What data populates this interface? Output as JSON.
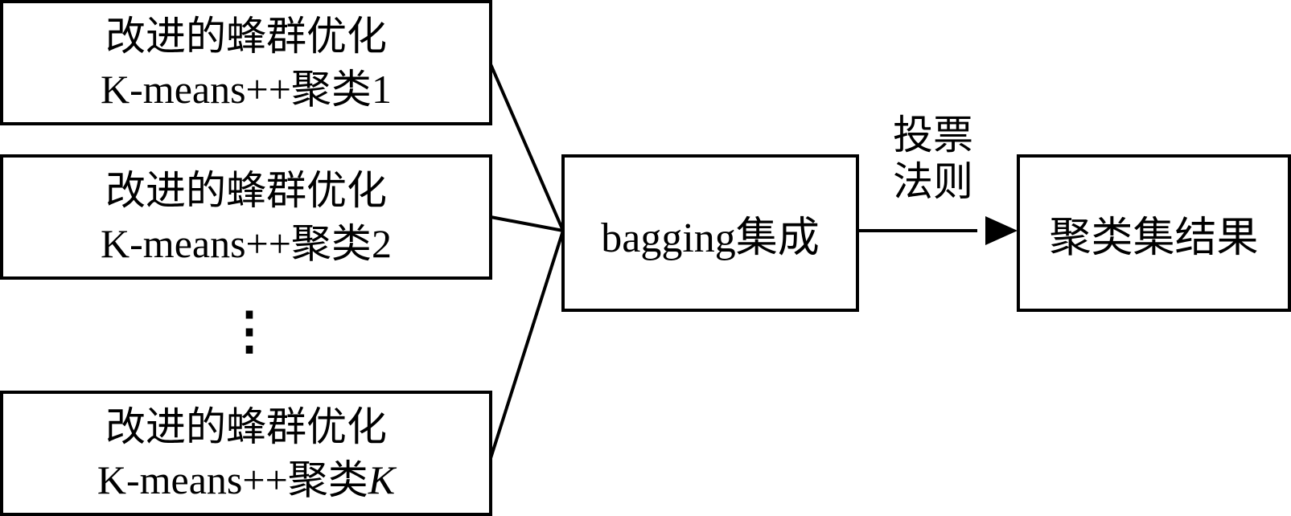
{
  "clusterers": [
    {
      "line1": "改进的蜂群优化",
      "line2_prefix": "K-means++聚类",
      "line2_suffix": "1",
      "suffix_italic": false
    },
    {
      "line1": "改进的蜂群优化",
      "line2_prefix": "K-means++聚类",
      "line2_suffix": "2",
      "suffix_italic": false
    },
    {
      "line1": "改进的蜂群优化",
      "line2_prefix": "K-means++聚类",
      "line2_suffix": "K",
      "suffix_italic": true
    }
  ],
  "ellipsis": "⋮",
  "ensemble": {
    "label": "bagging集成"
  },
  "edge_label": {
    "line1": "投票",
    "line2": "法则"
  },
  "result": {
    "label": "聚类集结果"
  }
}
